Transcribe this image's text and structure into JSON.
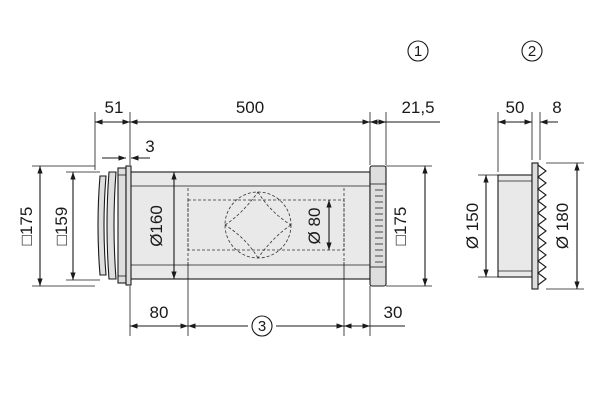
{
  "callouts": {
    "c1": "1",
    "c2": "2",
    "c3": "3"
  },
  "dims": {
    "d51": "51",
    "d500": "500",
    "d21_5": "21,5",
    "d3": "3",
    "d175_left": "□175",
    "d159": "□159",
    "d160": "Ø160",
    "d80_inner": "Ø 80",
    "d175_right": "□175",
    "d80_bottom": "80",
    "d30": "30",
    "d50": "50",
    "d8": "8",
    "d150": "Ø 150",
    "d180": "Ø 180"
  }
}
